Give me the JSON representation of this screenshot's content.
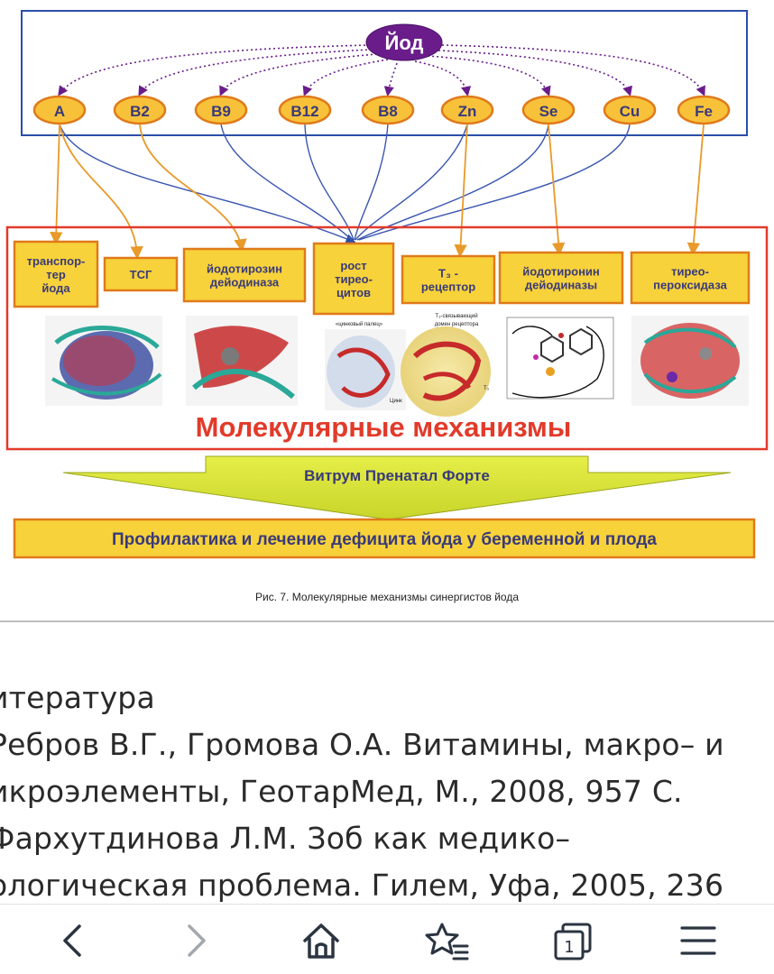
{
  "figure": {
    "center_node": "Йод",
    "elements": [
      "A",
      "B2",
      "B9",
      "B12",
      "B8",
      "Zn",
      "Se",
      "Cu",
      "Fe"
    ],
    "mechanisms": [
      {
        "lines": [
          "транспор-",
          "тер",
          "йода"
        ]
      },
      {
        "lines": [
          "ТСГ"
        ]
      },
      {
        "lines": [
          "йодотирозин",
          "дейодиназа"
        ]
      },
      {
        "lines": [
          "рост",
          "тирео-",
          "цитов"
        ]
      },
      {
        "lines": [
          "Т₃ -",
          "рецептор"
        ]
      },
      {
        "lines": [
          "йодотиронин",
          "дейодиназы"
        ]
      },
      {
        "lines": [
          "тирео-",
          "пероксидаза"
        ]
      }
    ],
    "protein_label_left": "«цинковый палец»",
    "protein_label_right": [
      "Т₃-связывающий",
      "домен рецептора"
    ],
    "protein_small_label_1": "Цинк",
    "protein_small_label_2": "Т₃",
    "main_label": "Молекулярные механизмы",
    "arrow_label": "Витрум Пренатал Форте",
    "bottom_label": "Профилактика и лечение дефицита йода у беременной и плода",
    "colors": {
      "blue_frame": "#2a4fa8",
      "red_frame": "#e23a2a",
      "yellow_box": "#f7d23a",
      "orange_border": "#e07a1a",
      "purple": "#6a1d8a",
      "lime_arrow": "#d9e43a",
      "main_text": "#e23a2a"
    }
  },
  "caption": "Рис. 7. Молекулярные механизмы синергистов йода",
  "references": [
    "итература",
    "Ребров В.Г., Громова О.А. Витамины, макро– и",
    "икроэлементы, ГеотарМед, М., 2008, 957 С.",
    "Фархутдинова Л.М. Зоб как медико–",
    "ологическая проблема. Гилем, Уфа, 2005, 236"
  ],
  "navbar": {
    "back": "back-arrow-icon",
    "forward": "forward-arrow-icon",
    "home": "home-icon",
    "bookmarks": "star-list-icon",
    "tabs": "tabs-icon",
    "tabs_count": "1",
    "menu": "hamburger-menu-icon"
  }
}
